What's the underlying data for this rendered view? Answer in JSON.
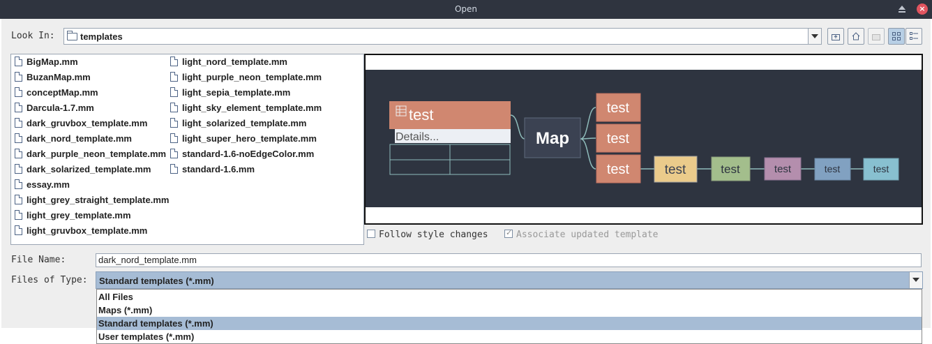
{
  "window": {
    "title": "Open"
  },
  "look_in": {
    "label": "Look In:",
    "value": "templates"
  },
  "files": {
    "col1": [
      "BigMap.mm",
      "BuzanMap.mm",
      "conceptMap.mm",
      "Darcula-1.7.mm",
      "dark_gruvbox_template.mm",
      "dark_nord_template.mm",
      "dark_purple_neon_template.mm",
      "dark_solarized_template.mm",
      "essay.mm",
      "light_grey_straight_template.mm",
      "light_grey_template.mm",
      "light_gruvbox_template.mm"
    ],
    "col2": [
      "light_nord_template.mm",
      "light_purple_neon_template.mm",
      "light_sepia_template.mm",
      "light_sky_element_template.mm",
      "light_solarized_template.mm",
      "light_super_hero_template.mm",
      "standard-1.6-noEdgeColor.mm",
      "standard-1.6.mm"
    ]
  },
  "preview": {
    "root": "Map",
    "node_text": "test",
    "details": "Details...",
    "colors": {
      "background": "#2e3440",
      "node_salmon": "#d08770",
      "node_yellow": "#ebcb8b",
      "node_green": "#a3be8c",
      "node_purple": "#b48ead",
      "node_blue": "#81a1c1",
      "node_cyan": "#88c0d0",
      "root_fill": "#3b4252",
      "edge": "#8fbcbb"
    }
  },
  "options": {
    "follow_style": "Follow style changes",
    "associate_template": "Associate updated template"
  },
  "file_name": {
    "label": "File Name:",
    "value": "dark_nord_template.mm"
  },
  "file_type": {
    "label": "Files of Type:",
    "value": "Standard templates (*.mm)",
    "options": [
      "All Files",
      "Maps (*.mm)",
      "Standard templates (*.mm)",
      "User templates (*.mm)"
    ]
  }
}
